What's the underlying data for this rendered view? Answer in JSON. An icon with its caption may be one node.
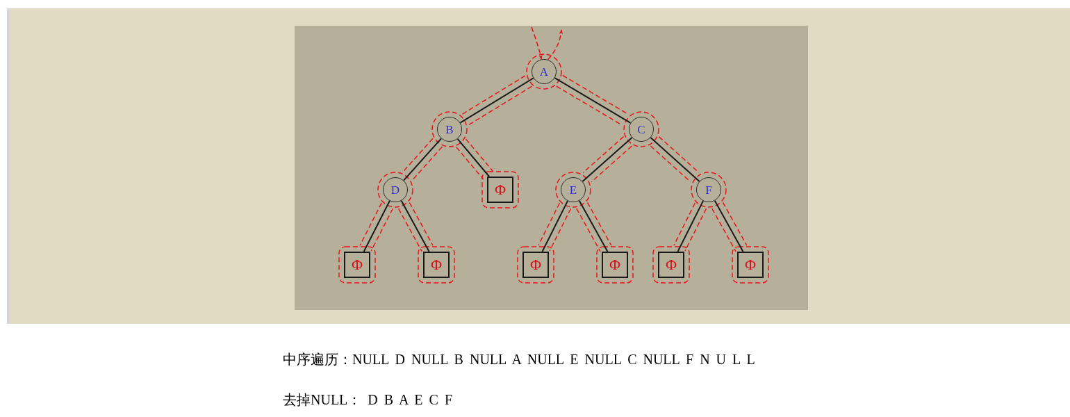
{
  "diagram": {
    "nodes": [
      {
        "text": [
          "A"
        ]
      },
      {
        "text": [
          "B"
        ]
      },
      {
        "text": [
          "C"
        ]
      },
      {
        "text": [
          "D"
        ]
      },
      {
        "text": [
          "Φ"
        ]
      },
      {
        "text": [
          "E"
        ]
      },
      {
        "text": [
          "F"
        ]
      },
      {
        "text": [
          "Φ"
        ]
      },
      {
        "text": [
          "Φ"
        ]
      },
      {
        "text": [
          "Φ"
        ]
      },
      {
        "text": [
          "Φ"
        ]
      },
      {
        "text": [
          "Φ"
        ]
      },
      {
        "text": [
          "Φ"
        ]
      }
    ],
    "edges": [
      {
        "from": 0,
        "to": 1,
        "arrow": "none"
      },
      {
        "from": 0,
        "to": 2,
        "arrow": "none"
      },
      {
        "from": 1,
        "to": 3,
        "arrow": "none"
      },
      {
        "from": 1,
        "to": 4,
        "arrow": "none"
      },
      {
        "from": 2,
        "to": 5,
        "arrow": "none"
      },
      {
        "from": 2,
        "to": 6,
        "arrow": "none"
      },
      {
        "from": 3,
        "to": 7,
        "arrow": "none"
      },
      {
        "from": 3,
        "to": 8,
        "arrow": "none"
      },
      {
        "from": 5,
        "to": 9,
        "arrow": "none"
      },
      {
        "from": 5,
        "to": 10,
        "arrow": "none"
      },
      {
        "from": 6,
        "to": 11,
        "arrow": "none"
      },
      {
        "from": 6,
        "to": 12,
        "arrow": "none"
      },
      {
        "from": null,
        "to": 0,
        "arrow": "to",
        "style": "dashed",
        "color": "#e8141c"
      },
      {
        "from": 0,
        "to": null,
        "arrow": "to",
        "style": "dashed",
        "color": "#e8141c"
      }
    ],
    "labels": [
      "中序遍历：NULL D NULL B NULL A NULL E NULL C NULL F N U L L",
      "去掉NULL： D B A E C F"
    ]
  }
}
